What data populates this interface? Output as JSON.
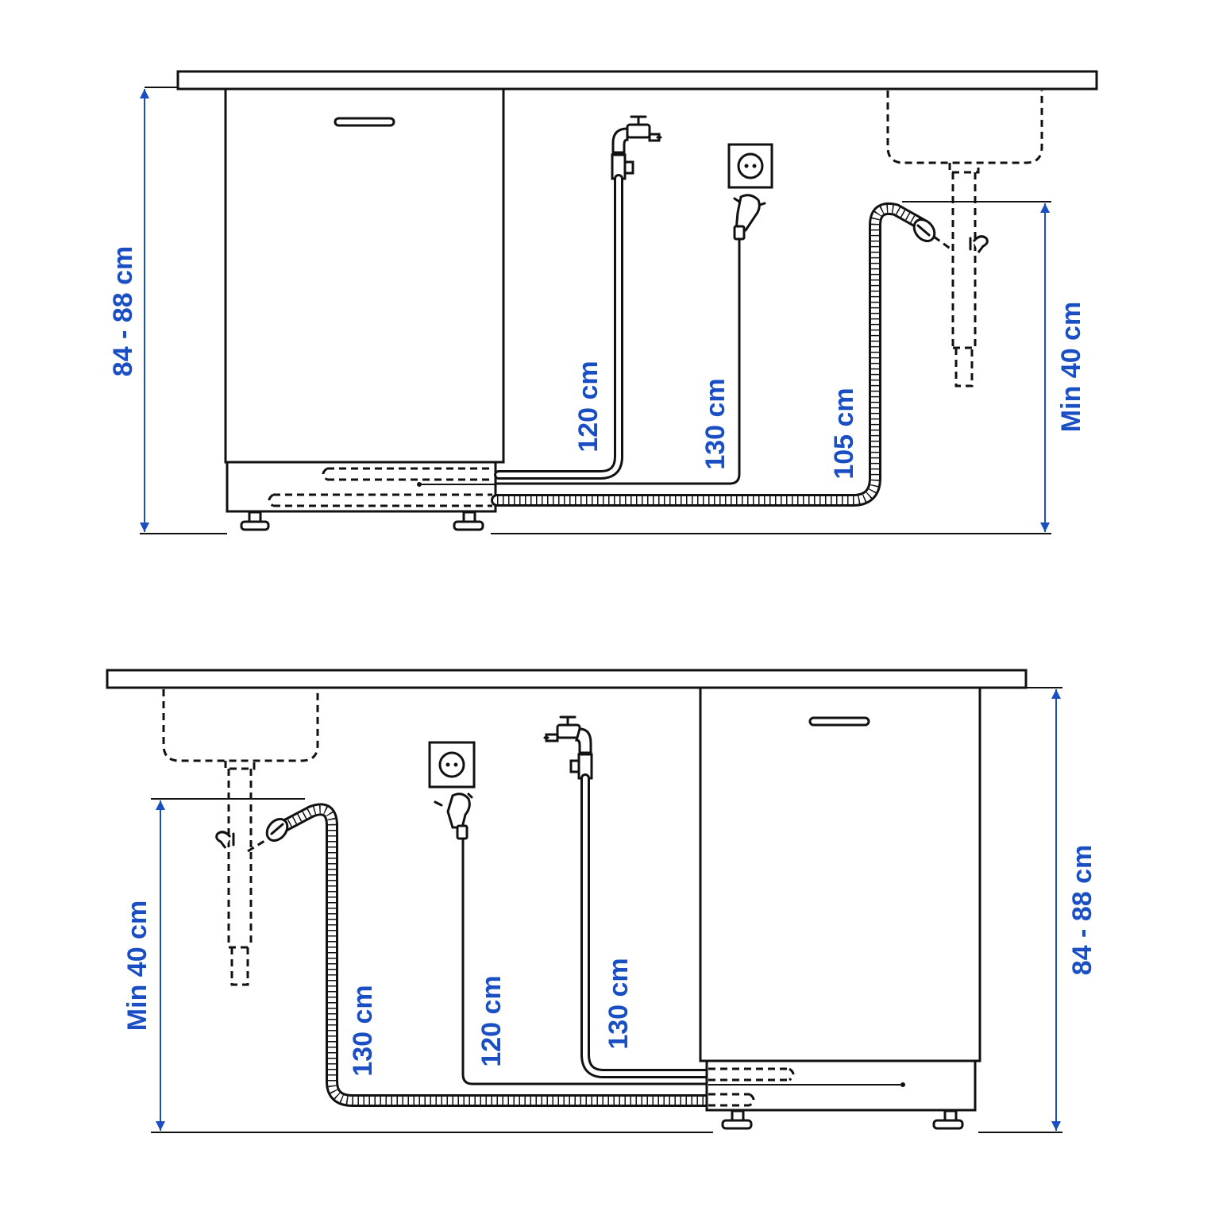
{
  "accent_color": "#1a4fc4",
  "line_color": "#111111",
  "top_diagram": {
    "height_label": "84 - 88 cm",
    "inlet_hose_label": "120 cm",
    "power_cable_label": "130 cm",
    "drain_hose_label": "105 cm",
    "drain_height_label": "Min 40 cm"
  },
  "bottom_diagram": {
    "drain_height_label": "Min 40 cm",
    "drain_hose_label": "130 cm",
    "power_cable_label": "120 cm",
    "inlet_hose_label": "130 cm",
    "height_label": "84 - 88 cm"
  },
  "icons": [
    "water-tap-icon",
    "wall-socket-icon",
    "power-plug-icon",
    "sink-basin-icon",
    "drain-pipe-icon",
    "adjustable-foot-icon",
    "door-handle-icon"
  ]
}
